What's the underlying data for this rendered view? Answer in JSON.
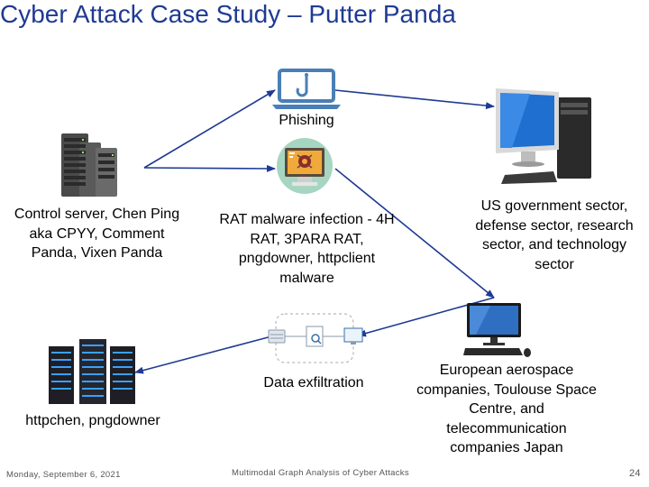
{
  "title": "Cyber Attack Case Study – Putter Panda",
  "nodes": {
    "phishing": "Phishing",
    "control_server": "Control server, Chen Ping aka CPYY, Comment Panda, Vixen Panda",
    "rat_malware": "RAT malware infection - 4H RAT, 3PARA RAT, pngdowner, httpclient malware",
    "us_targets": "US government sector, defense sector, research sector, and technology sector",
    "data_exfiltration": "Data exfiltration",
    "httpchen": "httpchen, pngdowner",
    "european_targets": "European aerospace companies, Toulouse Space Centre, and telecommunication companies Japan"
  },
  "footer": {
    "date": "Monday, September 6, 2021",
    "center": "Multimodal Graph Analysis of Cyber Attacks",
    "page": "24"
  },
  "colors": {
    "title": "#1f3a93",
    "edge": "#1f3a93",
    "laptop": "#4a7fb5"
  }
}
